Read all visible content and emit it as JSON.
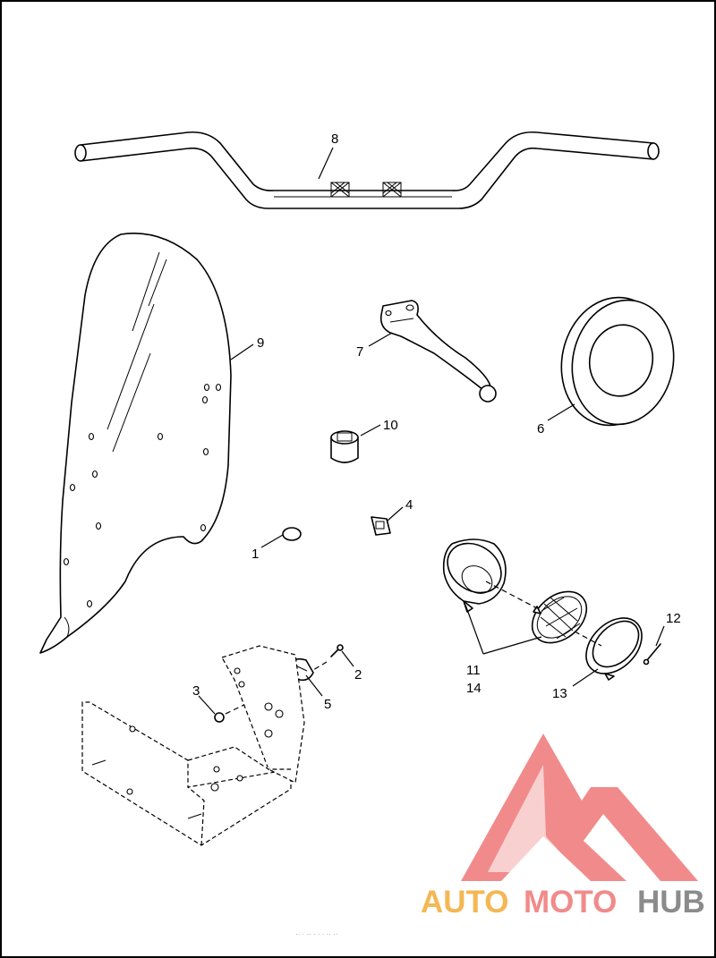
{
  "diagram": {
    "callouts": {
      "c1": "1",
      "c2": "2",
      "c3": "3",
      "c4": "4",
      "c5": "5",
      "c6": "6",
      "c7": "7",
      "c8": "8",
      "c9": "9",
      "c10": "10",
      "c11": "11",
      "c12": "12",
      "c13": "13",
      "c14": "14"
    },
    "footer_text": "·· ·  ·· ·  · · ··  ··"
  },
  "watermark": {
    "part1": "AUTO",
    "part2": "MOTO",
    "part3": "HUB",
    "colors": {
      "orange": "#f3b042",
      "pink": "#f07f7f",
      "gray": "#7f7f7f"
    }
  }
}
